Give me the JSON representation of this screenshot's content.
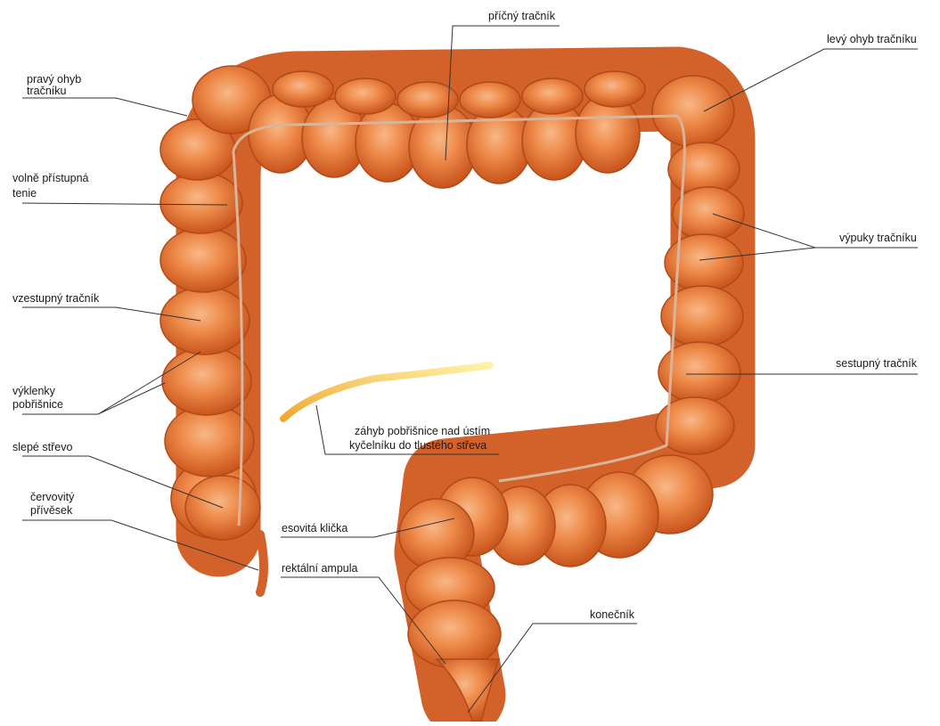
{
  "colors": {
    "background": "#ffffff",
    "colon_fill": "#ea7d3c",
    "colon_dark": "#c8541c",
    "colon_highlight": "#f7b888",
    "teniae": "#d9b49a",
    "peritoneal_fold": "#f2c74e",
    "leader_line": "#333333",
    "label_text": "#1a1a1a"
  },
  "labels": {
    "transverse_colon": "příčný tračník",
    "left_flexure": "levý ohyb tračníku",
    "right_flexure": [
      "pravý ohyb",
      "tračníku"
    ],
    "teniae": [
      "volně přístupná",
      "tenie"
    ],
    "haustra": "výpuky tračníku",
    "ascending_colon": "vzestupný tračník",
    "peritoneal_recesses": [
      "výklenky",
      "pobřišnice"
    ],
    "descending_colon": "sestupný tračník",
    "ileocecal_fold": [
      "záhyb pobřišnice nad ústím",
      "kyčelníku do tlustého střeva"
    ],
    "cecum": "slepé střevo",
    "appendix": [
      "červovitý",
      "přívěsek"
    ],
    "sigmoid_colon": "esovitá klička",
    "rectal_ampulla": "rektální ampula",
    "rectum": "konečník"
  }
}
